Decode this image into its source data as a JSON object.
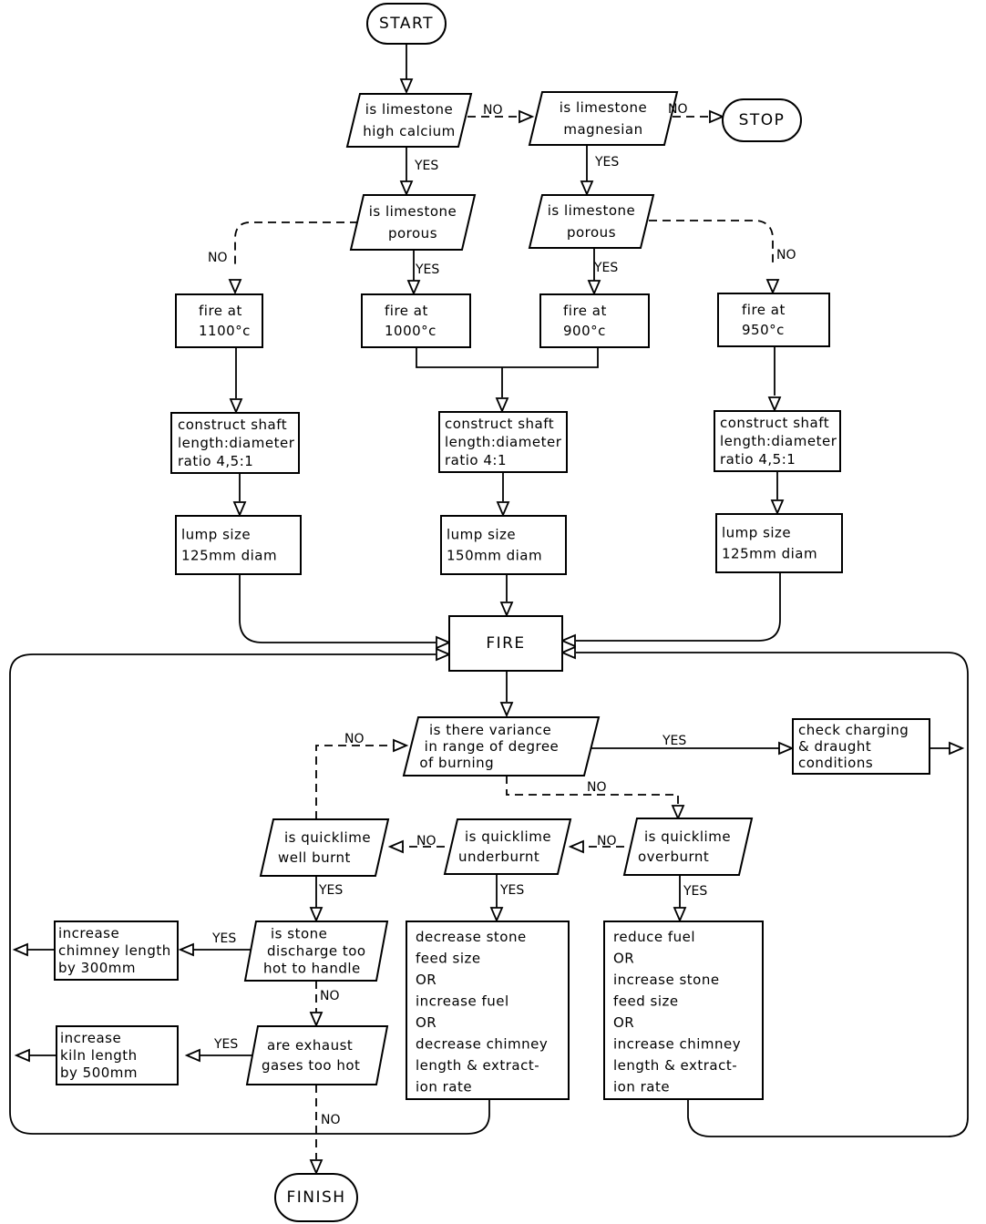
{
  "diagram": {
    "type": "flowchart",
    "nodes": [
      {
        "id": "start",
        "kind": "terminal",
        "lines": [
          "START"
        ]
      },
      {
        "id": "q_high_calcium",
        "kind": "decision",
        "lines": [
          "is limestone",
          "high calcium"
        ]
      },
      {
        "id": "q_magnesian",
        "kind": "decision",
        "lines": [
          "is limestone",
          "magnesian"
        ]
      },
      {
        "id": "stop",
        "kind": "terminal",
        "lines": [
          "STOP"
        ]
      },
      {
        "id": "q_porous_hc",
        "kind": "decision",
        "lines": [
          "is limestone",
          "porous"
        ]
      },
      {
        "id": "q_porous_mg",
        "kind": "decision",
        "lines": [
          "is limestone",
          "porous"
        ]
      },
      {
        "id": "fire_1100",
        "kind": "process",
        "lines": [
          "fire at",
          "1100°c"
        ]
      },
      {
        "id": "fire_1000",
        "kind": "process",
        "lines": [
          "fire at",
          "1000°c"
        ]
      },
      {
        "id": "fire_900",
        "kind": "process",
        "lines": [
          "fire at",
          "900°c"
        ]
      },
      {
        "id": "fire_950",
        "kind": "process",
        "lines": [
          "fire at",
          "950°c"
        ]
      },
      {
        "id": "shaft_left",
        "kind": "process",
        "lines": [
          "construct shaft",
          "length:diameter",
          "ratio 4,5:1"
        ]
      },
      {
        "id": "shaft_mid",
        "kind": "process",
        "lines": [
          "construct shaft",
          "length:diameter",
          "ratio 4:1"
        ]
      },
      {
        "id": "shaft_right",
        "kind": "process",
        "lines": [
          "construct shaft",
          "length:diameter",
          "ratio 4,5:1"
        ]
      },
      {
        "id": "lump_left",
        "kind": "process",
        "lines": [
          "lump size",
          "125mm diam"
        ]
      },
      {
        "id": "lump_mid",
        "kind": "process",
        "lines": [
          "lump size",
          "150mm diam"
        ]
      },
      {
        "id": "lump_right",
        "kind": "process",
        "lines": [
          "lump size",
          "125mm diam"
        ]
      },
      {
        "id": "fire",
        "kind": "process",
        "lines": [
          "FIRE"
        ]
      },
      {
        "id": "q_variance",
        "kind": "decision",
        "lines": [
          "is there variance",
          "in range of degree",
          "of burning"
        ]
      },
      {
        "id": "check_charging",
        "kind": "process",
        "lines": [
          "check charging",
          "& draught",
          "conditions"
        ]
      },
      {
        "id": "q_well_burnt",
        "kind": "decision",
        "lines": [
          "is quicklime",
          "well burnt"
        ]
      },
      {
        "id": "q_underburnt",
        "kind": "decision",
        "lines": [
          "is quicklime",
          "underburnt"
        ]
      },
      {
        "id": "q_overburnt",
        "kind": "decision",
        "lines": [
          "is quicklime",
          "overburnt"
        ]
      },
      {
        "id": "q_too_hot",
        "kind": "decision",
        "lines": [
          "is stone",
          "discharge too",
          "hot to handle"
        ]
      },
      {
        "id": "inc_chimney",
        "kind": "process",
        "lines": [
          "increase",
          "chimney length",
          "by 300mm"
        ]
      },
      {
        "id": "underburnt_action",
        "kind": "process",
        "lines": [
          "decrease stone",
          "feed size",
          "OR",
          "increase fuel",
          "OR",
          "decrease chimney",
          "length & extract-",
          "ion rate"
        ]
      },
      {
        "id": "overburnt_action",
        "kind": "process",
        "lines": [
          "reduce fuel",
          "OR",
          "increase stone",
          "feed size",
          "OR",
          "increase chimney",
          "length & extract-",
          "ion rate"
        ]
      },
      {
        "id": "q_exhaust",
        "kind": "decision",
        "lines": [
          "are exhaust",
          "gases too hot"
        ]
      },
      {
        "id": "inc_kiln",
        "kind": "process",
        "lines": [
          "increase",
          "kiln length",
          "by 500mm"
        ]
      },
      {
        "id": "finish",
        "kind": "terminal",
        "lines": [
          "FINISH"
        ]
      }
    ],
    "edges": [
      {
        "from": "start",
        "to": "q_high_calcium",
        "label": "",
        "style": "solid"
      },
      {
        "from": "q_high_calcium",
        "to": "q_magnesian",
        "label": "NO",
        "style": "dashed"
      },
      {
        "from": "q_magnesian",
        "to": "stop",
        "label": "NO",
        "style": "dashed"
      },
      {
        "from": "q_high_calcium",
        "to": "q_porous_hc",
        "label": "YES",
        "style": "solid"
      },
      {
        "from": "q_magnesian",
        "to": "q_porous_mg",
        "label": "YES",
        "style": "solid"
      },
      {
        "from": "q_porous_hc",
        "to": "fire_1100",
        "label": "NO",
        "style": "dashed"
      },
      {
        "from": "q_porous_hc",
        "to": "fire_1000",
        "label": "YES",
        "style": "solid"
      },
      {
        "from": "q_porous_mg",
        "to": "fire_900",
        "label": "YES",
        "style": "solid"
      },
      {
        "from": "q_porous_mg",
        "to": "fire_950",
        "label": "NO",
        "style": "dashed"
      },
      {
        "from": "fire_1100",
        "to": "shaft_left",
        "label": "",
        "style": "solid"
      },
      {
        "from": "fire_1000",
        "to": "shaft_mid",
        "label": "",
        "style": "solid"
      },
      {
        "from": "fire_900",
        "to": "shaft_mid",
        "label": "",
        "style": "solid"
      },
      {
        "from": "fire_950",
        "to": "shaft_right",
        "label": "",
        "style": "solid"
      },
      {
        "from": "shaft_left",
        "to": "lump_left",
        "label": "",
        "style": "solid"
      },
      {
        "from": "shaft_mid",
        "to": "lump_mid",
        "label": "",
        "style": "solid"
      },
      {
        "from": "shaft_right",
        "to": "lump_right",
        "label": "",
        "style": "solid"
      },
      {
        "from": "lump_left",
        "to": "fire",
        "label": "",
        "style": "solid"
      },
      {
        "from": "lump_mid",
        "to": "fire",
        "label": "",
        "style": "solid"
      },
      {
        "from": "lump_right",
        "to": "fire",
        "label": "",
        "style": "solid"
      },
      {
        "from": "fire",
        "to": "q_variance",
        "label": "",
        "style": "solid"
      },
      {
        "from": "q_variance",
        "to": "check_charging",
        "label": "YES",
        "style": "solid"
      },
      {
        "from": "check_charging",
        "to": "fire",
        "label": "",
        "style": "solid"
      },
      {
        "from": "q_variance",
        "to": "q_overburnt",
        "label": "NO",
        "style": "dashed"
      },
      {
        "from": "q_overburnt",
        "to": "q_underburnt",
        "label": "NO",
        "style": "dashed"
      },
      {
        "from": "q_underburnt",
        "to": "q_well_burnt",
        "label": "NO",
        "style": "dashed"
      },
      {
        "from": "q_well_burnt",
        "to": "q_variance",
        "label": "NO",
        "style": "dashed"
      },
      {
        "from": "q_well_burnt",
        "to": "q_too_hot",
        "label": "YES",
        "style": "solid"
      },
      {
        "from": "q_underburnt",
        "to": "underburnt_action",
        "label": "YES",
        "style": "solid"
      },
      {
        "from": "q_overburnt",
        "to": "overburnt_action",
        "label": "YES",
        "style": "solid"
      },
      {
        "from": "q_too_hot",
        "to": "inc_chimney",
        "label": "YES",
        "style": "solid"
      },
      {
        "from": "inc_chimney",
        "to": "fire",
        "label": "",
        "style": "solid"
      },
      {
        "from": "q_too_hot",
        "to": "q_exhaust",
        "label": "NO",
        "style": "dashed"
      },
      {
        "from": "q_exhaust",
        "to": "inc_kiln",
        "label": "YES",
        "style": "solid"
      },
      {
        "from": "inc_kiln",
        "to": "fire",
        "label": "",
        "style": "solid"
      },
      {
        "from": "underburnt_action",
        "to": "fire",
        "label": "",
        "style": "solid"
      },
      {
        "from": "overburnt_action",
        "to": "fire",
        "label": "",
        "style": "solid"
      },
      {
        "from": "q_exhaust",
        "to": "finish",
        "label": "NO",
        "style": "dashed"
      }
    ]
  }
}
